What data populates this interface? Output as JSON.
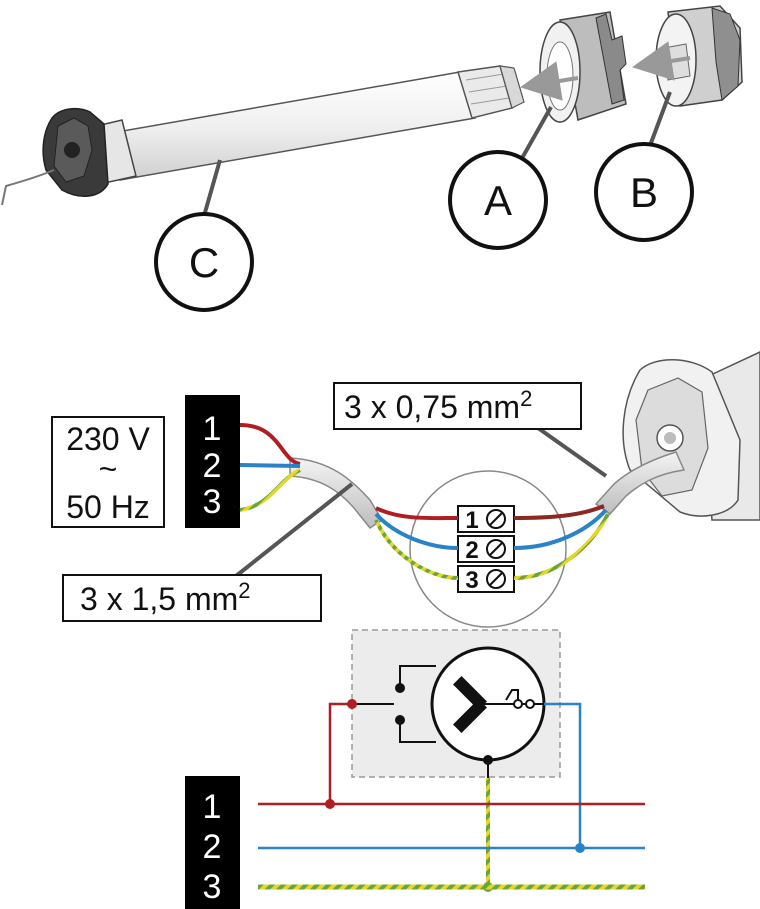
{
  "callouts": {
    "a": "A",
    "b": "B",
    "c": "C"
  },
  "supply": {
    "voltage": "230 V",
    "tilde": "~",
    "frequency": "50 Hz"
  },
  "cables": {
    "supply_cable": "3 x 1,5 mm",
    "supply_cable_sup": "2",
    "motor_cable": "3 x 0,75 mm",
    "motor_cable_sup": "2"
  },
  "wire_numbers": [
    "1",
    "2",
    "3"
  ],
  "schematic_numbers": [
    "1",
    "2",
    "3"
  ],
  "terminals": [
    "1",
    "2",
    "3"
  ],
  "colors": {
    "wire_1": "#b01e23",
    "wire_2": "#2a82c8",
    "wire_3_green": "#6aa53a",
    "wire_3_yellow": "#e6d62a",
    "label_block": "#000000",
    "cable_sheath": "#d9d9d9",
    "motor_body": "#eeeeee"
  },
  "icons": [
    "tubular-motor",
    "adapter-ring-a",
    "drive-wheel-b",
    "junction-box",
    "motor-head",
    "motor-symbol",
    "limit-switch"
  ]
}
